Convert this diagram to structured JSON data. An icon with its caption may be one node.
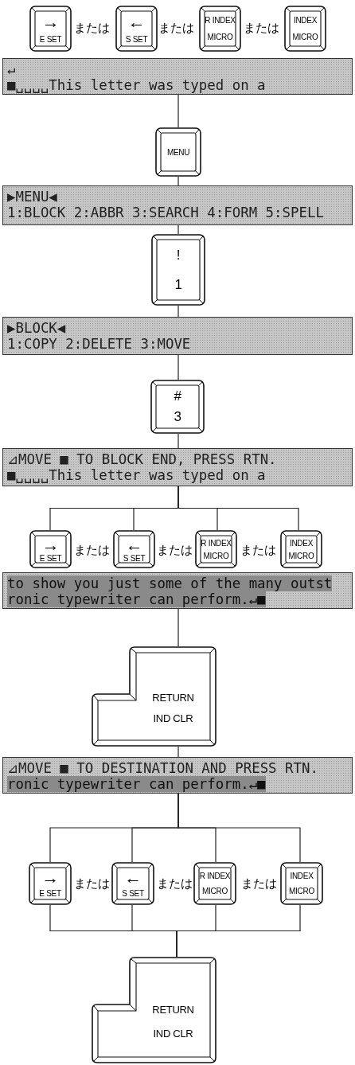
{
  "diagram": {
    "nodes": [
      {
        "text": [
          "→",
          "E SET"
        ]
      },
      {
        "text": [
          "←",
          "S SET"
        ]
      },
      {
        "text": [
          "R INDEX",
          "MICRO"
        ]
      },
      {
        "text": [
          "INDEX",
          "MICRO"
        ]
      },
      {
        "text": [
          "↵",
          "■␣␣␣␣This letter was typed on a"
        ]
      },
      {
        "text": [
          "MENU"
        ]
      },
      {
        "text": [
          "▶MENU◀",
          "1:BLOCK 2:ABBR 3:SEARCH 4:FORM 5:SPELL"
        ]
      },
      {
        "text": [
          "!",
          "1"
        ]
      },
      {
        "text": [
          "▶BLOCK◀",
          "1:COPY 2:DELETE 3:MOVE"
        ]
      },
      {
        "text": [
          "#",
          "3"
        ]
      },
      {
        "text": [
          "⊿MOVE ■ TO BLOCK END, PRESS RTN.",
          "■␣␣␣␣This letter was typed on a"
        ]
      },
      {
        "text": [
          "→",
          "E SET"
        ]
      },
      {
        "text": [
          "←",
          "S SET"
        ]
      },
      {
        "text": [
          "R INDEX",
          "MICRO"
        ]
      },
      {
        "text": [
          "INDEX",
          "MICRO"
        ]
      },
      {
        "text": [
          "to show you just some of the many outst",
          "ronic typewriter can perform.↵■"
        ]
      },
      {
        "text": [
          "RETURN",
          "IND CLR"
        ]
      },
      {
        "text": [
          "⊿MOVE ■ TO DESTINATION AND PRESS RTN.",
          "ronic typewriter can perform.↵■"
        ]
      },
      {
        "text": [
          "→",
          "E SET"
        ]
      },
      {
        "text": [
          "←",
          "S SET"
        ]
      },
      {
        "text": [
          "R INDEX",
          "MICRO"
        ]
      },
      {
        "text": [
          "INDEX",
          "MICRO"
        ]
      },
      {
        "text": [
          "RETURN",
          "IND CLR"
        ]
      }
    ],
    "edges": [
      {
        "from": 4,
        "to": 5,
        "arrow": "none"
      },
      {
        "from": 5,
        "to": 6,
        "arrow": "none"
      },
      {
        "from": 6,
        "to": 7,
        "arrow": "none"
      },
      {
        "from": 7,
        "to": 8,
        "arrow": "none"
      },
      {
        "from": 8,
        "to": 9,
        "arrow": "none"
      },
      {
        "from": 9,
        "to": 10,
        "arrow": "none"
      },
      {
        "from": 10,
        "to": 11,
        "arrow": "none"
      },
      {
        "from": 10,
        "to": 12,
        "arrow": "none"
      },
      {
        "from": 10,
        "to": 13,
        "arrow": "none"
      },
      {
        "from": 10,
        "to": 14,
        "arrow": "none"
      },
      {
        "from": 15,
        "to": 16,
        "arrow": "none"
      },
      {
        "from": 16,
        "to": 17,
        "arrow": "none"
      },
      {
        "from": 17,
        "to": 18,
        "arrow": "none"
      },
      {
        "from": 17,
        "to": 19,
        "arrow": "none"
      },
      {
        "from": 17,
        "to": 20,
        "arrow": "none"
      },
      {
        "from": 17,
        "to": 21,
        "arrow": "none"
      },
      {
        "from": 18,
        "to": 22,
        "arrow": "none"
      },
      {
        "from": 19,
        "to": 22,
        "arrow": "none"
      },
      {
        "from": 20,
        "to": 22,
        "arrow": "none"
      },
      {
        "from": 21,
        "to": 22,
        "arrow": "none"
      }
    ],
    "labels": [
      "または",
      "または",
      "または",
      "または",
      "または",
      "または",
      "または",
      "または",
      "または"
    ]
  }
}
